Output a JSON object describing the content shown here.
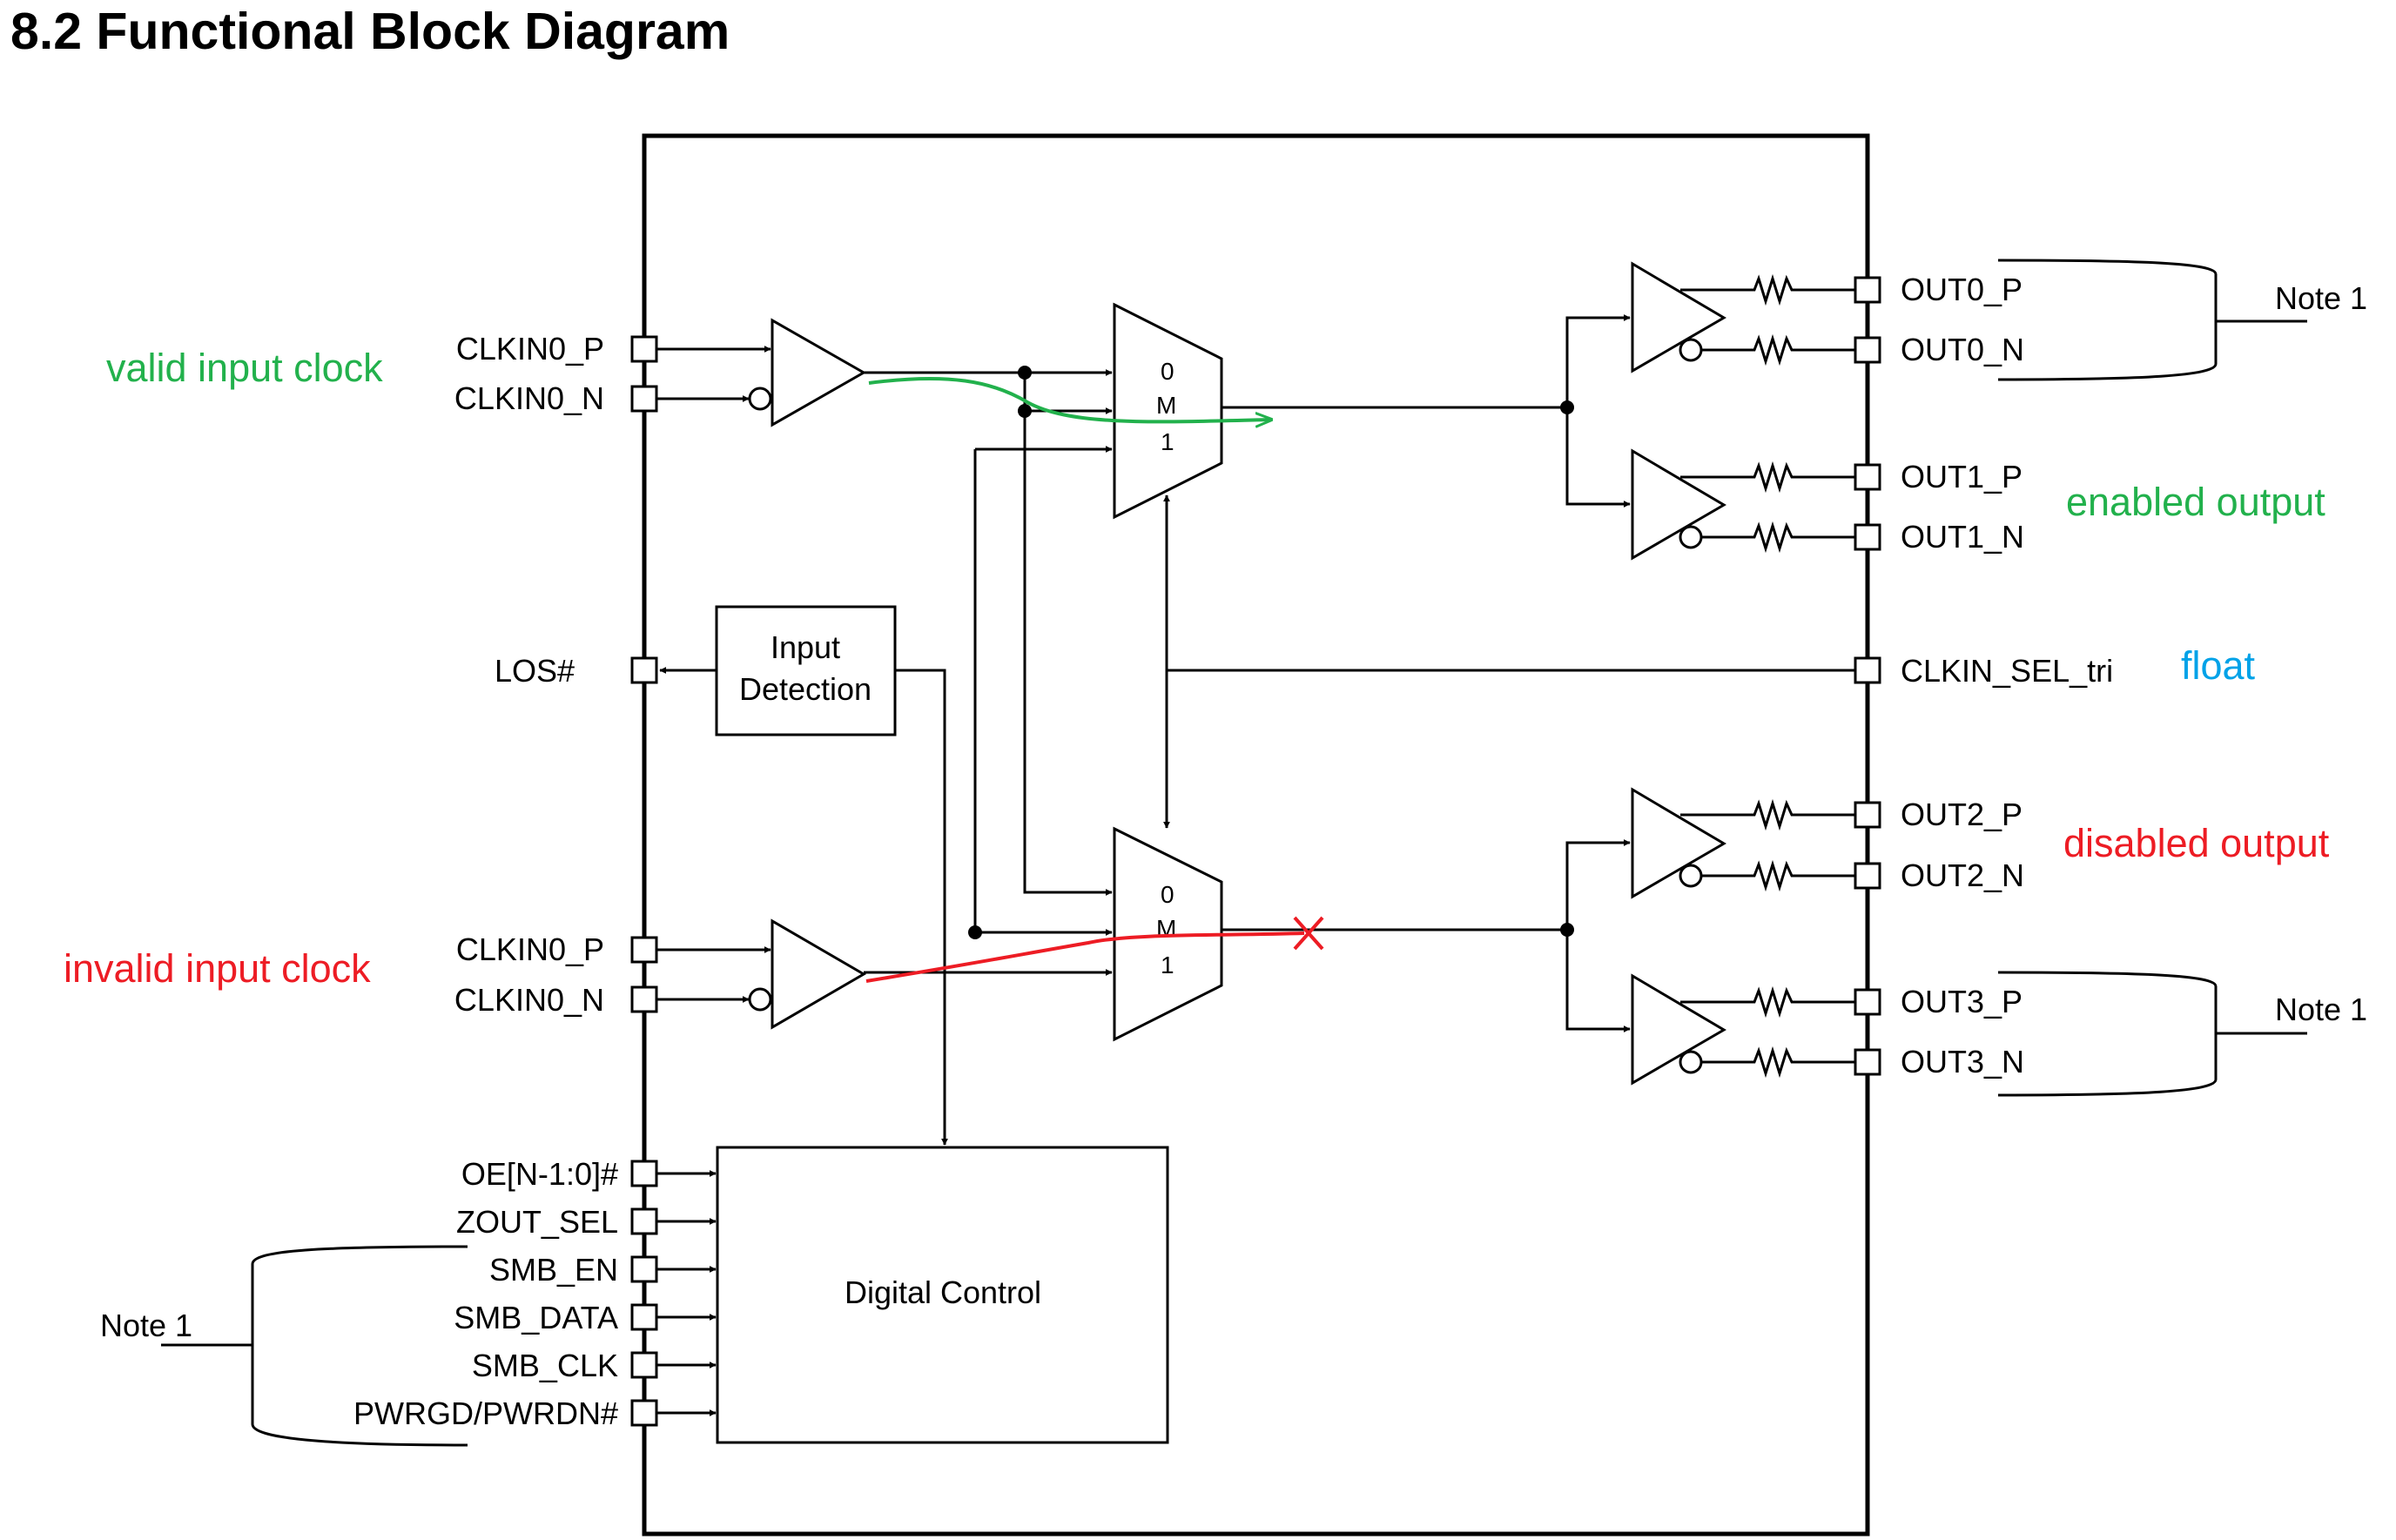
{
  "title": "8.2 Functional Block Diagram",
  "inputs": {
    "top_p": "CLKIN0_P",
    "top_n": "CLKIN0_N",
    "bottom_p": "CLKIN0_P",
    "bottom_n": "CLKIN0_N",
    "los": "LOS#"
  },
  "blocks": {
    "input_detection_line1": "Input",
    "input_detection_line2": "Detection",
    "digital_control": "Digital Control",
    "mux_top": [
      "0",
      "M",
      "1"
    ],
    "mux_bottom": [
      "0",
      "M",
      "1"
    ]
  },
  "control_pins": [
    "OE[N-1:0]#",
    "ZOUT_SEL",
    "SMB_EN",
    "SMB_DATA",
    "SMB_CLK",
    "PWRGD/PWRDN#"
  ],
  "outputs": [
    "OUT0_P",
    "OUT0_N",
    "OUT1_P",
    "OUT1_N",
    "CLKIN_SEL_tri",
    "OUT2_P",
    "OUT2_N",
    "OUT3_P",
    "OUT3_N"
  ],
  "notes": {
    "right_top": "Note 1",
    "right_bottom": "Note 1",
    "left": "Note 1"
  },
  "annotations": {
    "valid_input": "valid input clock",
    "invalid_input": "invalid input clock",
    "enabled_output": "enabled output",
    "disabled_output": "disabled output",
    "float": "float"
  },
  "colors": {
    "green": "#22b14c",
    "red": "#ed1c24",
    "blue": "#00a2e8"
  }
}
